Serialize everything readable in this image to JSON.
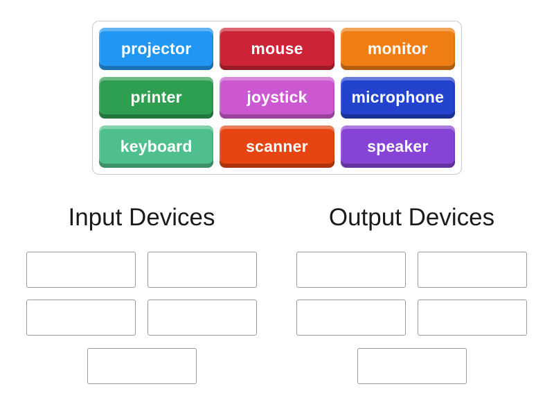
{
  "activity": {
    "type": "group-sort",
    "tray": {
      "tiles": [
        {
          "label": "projector",
          "color": "#2196f3"
        },
        {
          "label": "mouse",
          "color": "#cc2436"
        },
        {
          "label": "monitor",
          "color": "#ef7e14"
        },
        {
          "label": "printer",
          "color": "#2e9e51"
        },
        {
          "label": "joystick",
          "color": "#cb58d0"
        },
        {
          "label": "microphone",
          "color": "#2342cd"
        },
        {
          "label": "keyboard",
          "color": "#4fbf8d"
        },
        {
          "label": "scanner",
          "color": "#e64410"
        },
        {
          "label": "speaker",
          "color": "#8743d6"
        }
      ]
    },
    "groups": [
      {
        "title": "Input Devices",
        "slot_count": 5
      },
      {
        "title": "Output Devices",
        "slot_count": 5
      }
    ],
    "colors": {
      "tile_text": "#ffffff",
      "heading_text": "#1b1b1b",
      "slot_border": "#999999",
      "tray_border": "#c9c9c9",
      "page_background": "#ffffff"
    }
  }
}
